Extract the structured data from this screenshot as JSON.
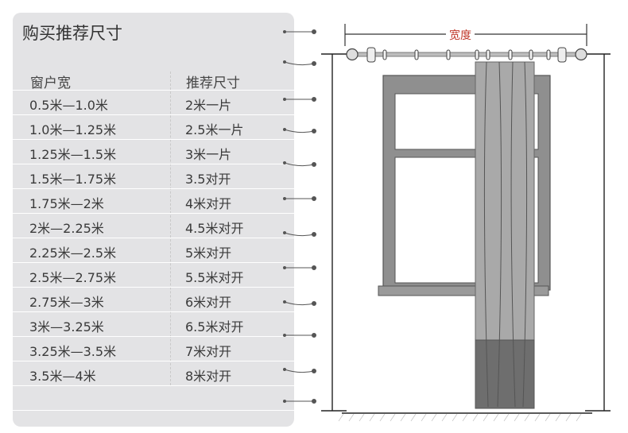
{
  "title": "购买推荐尺寸",
  "headers": {
    "window_width": "窗户宽",
    "recommended_size": "推荐尺寸"
  },
  "rows": [
    {
      "window_width": "0.5米—1.0米",
      "size": "2米一片"
    },
    {
      "window_width": "1.0米—1.25米",
      "size": "2.5米一片"
    },
    {
      "window_width": "1.25米—1.5米",
      "size": "3米一片"
    },
    {
      "window_width": "1.5米—1.75米",
      "size": "3.5对开"
    },
    {
      "window_width": "1.75米—2米",
      "size": "4米对开"
    },
    {
      "window_width": "2米—2.25米",
      "size": "4.5米对开"
    },
    {
      "window_width": "2.25米—2.5米",
      "size": "5米对开"
    },
    {
      "window_width": "2.5米—2.75米",
      "size": "5.5米对开"
    },
    {
      "window_width": "2.75米—3米",
      "size": "6米对开"
    },
    {
      "window_width": "3米—3.25米",
      "size": "6.5米对开"
    },
    {
      "window_width": "3.25米—3.5米",
      "size": "7米对开"
    },
    {
      "window_width": "3.5米—4米",
      "size": "8米对开"
    }
  ],
  "diagram": {
    "width_label": "宽度"
  },
  "colors": {
    "panel_bg": "#e3e3e5",
    "label_red": "#c0392b",
    "curtain": "#a9a9a9",
    "curtain_dark": "#6e6e6e"
  }
}
